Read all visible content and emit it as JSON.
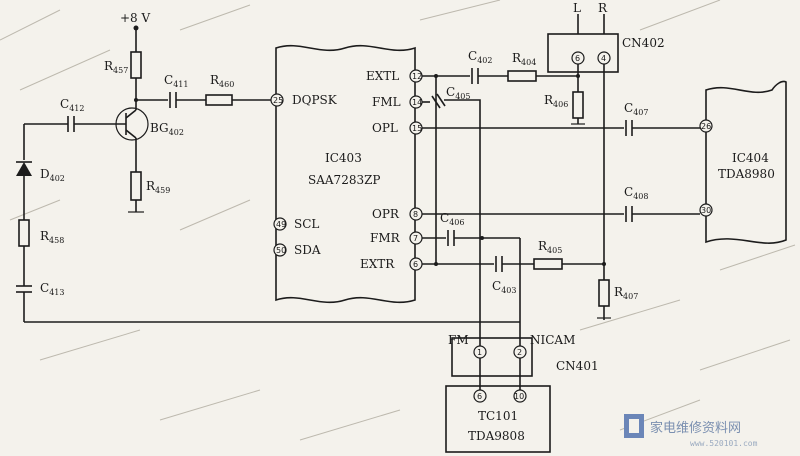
{
  "supply": {
    "label": "+8 V"
  },
  "ic403": {
    "name": "IC403",
    "part": "SAA7283ZP",
    "left_pins": [
      {
        "num": "25",
        "label": "DQPSK"
      },
      {
        "num": "49",
        "label": "SCL"
      },
      {
        "num": "50",
        "label": "SDA"
      }
    ],
    "right_pins": [
      {
        "num": "12",
        "label": "EXTL"
      },
      {
        "num": "14",
        "label": "FML"
      },
      {
        "num": "15",
        "label": "OPL"
      },
      {
        "num": "8",
        "label": "OPR"
      },
      {
        "num": "7",
        "label": "FMR"
      },
      {
        "num": "6",
        "label": "EXTR"
      }
    ]
  },
  "ic404": {
    "name": "IC404",
    "part": "TDA8980",
    "pin_top": "26",
    "pin_bottom": "30"
  },
  "cn402": {
    "name": "CN402",
    "pin_left": "6",
    "pin_right": "4",
    "top_left": "L",
    "top_right": "R"
  },
  "cn401": {
    "name": "CN401",
    "pin_left": "1",
    "pin_right": "2",
    "label_left": "FM",
    "label_right": "NICAM"
  },
  "tc101": {
    "name": "TC101",
    "part": "TDA9808",
    "pin_left": "6",
    "pin_right": "10"
  },
  "components": {
    "q": "BG",
    "q_sub": "402",
    "r1": "R",
    "r1_sub": "457",
    "r2": "R",
    "r2_sub": "459",
    "c1": "C",
    "c1_sub": "411",
    "r3": "R",
    "r3_sub": "460",
    "c2": "C",
    "c2_sub": "412",
    "d": "D",
    "d_sub": "402",
    "r4": "R",
    "r4_sub": "458",
    "c3": "C",
    "c3_sub": "413",
    "c4": "C",
    "c4_sub": "402",
    "r5": "R",
    "r5_sub": "404",
    "r6": "R",
    "r6_sub": "406",
    "c5": "C",
    "c5_sub": "407",
    "c6": "C",
    "c6_sub": "408",
    "c7": "C",
    "c7_sub": "405",
    "c8": "C",
    "c8_sub": "406",
    "c9": "C",
    "c9_sub": "403",
    "r7": "R",
    "r7_sub": "405",
    "r8": "R",
    "r8_sub": "407"
  },
  "watermark": {
    "text": "家电维修资料网",
    "url": "www.520101.com"
  }
}
